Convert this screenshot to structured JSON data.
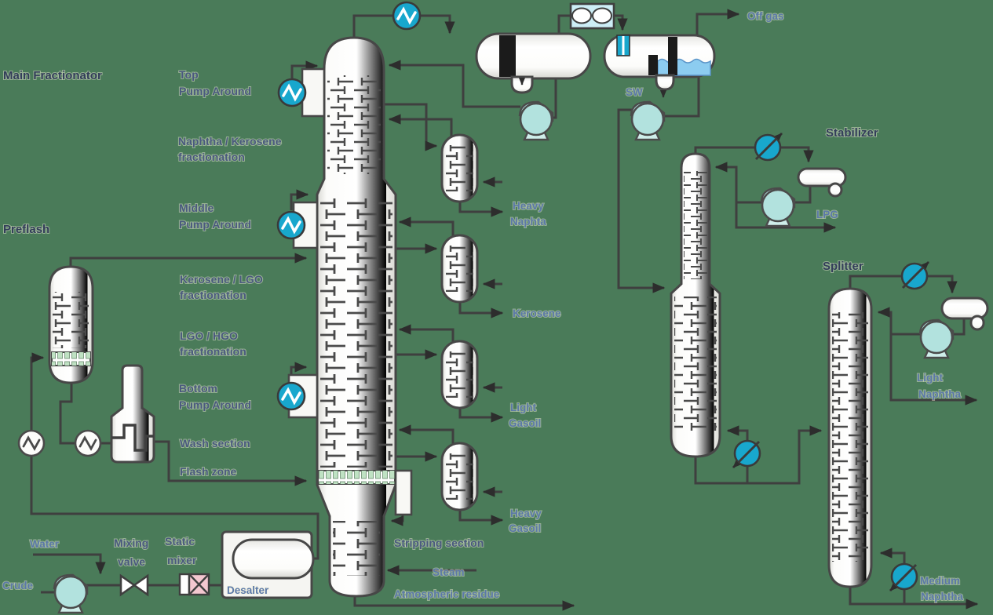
{
  "diagram_type": "crude-distillation-process-flow-diagram",
  "labels": {
    "headers": {
      "main_fractionator": "Main Fractionator",
      "preflash": "Preflash",
      "stabilizer": "Stabilizer",
      "splitter": "Splitter"
    },
    "column_sections": {
      "top_pa_1": "Top",
      "top_pa_2": "Pump Around",
      "naph_kero_1": "Naphtha / Kerosene",
      "naph_kero_2": "fractionation",
      "middle_pa_1": "Middle",
      "middle_pa_2": "Pump Around",
      "kero_lgo_1": "Kerosene / LGO",
      "kero_lgo_2": "fractionation",
      "lgo_hgo_1": "LGO / HGO",
      "lgo_hgo_2": "fractionation",
      "bottom_pa_1": "Bottom",
      "bottom_pa_2": "Pump Around",
      "wash_section": "Wash section",
      "flash_zone": "Flash zone",
      "stripping_section": "Stripping section"
    },
    "feed_train": {
      "crude": "Crude",
      "water": "Water",
      "mixing_valve_1": "Mixing",
      "mixing_valve_2": "valve",
      "static_mixer_1": "Static",
      "static_mixer_2": "mixer",
      "desalter": "Desalter"
    },
    "streams": {
      "off_gas": "Off gas",
      "sw": "SW",
      "lpg": "LPG",
      "heavy_naphtha_1": "Heavy",
      "heavy_naphtha_2": "Naphta",
      "kerosene": "Kerosene",
      "light_gasoil_1": "Light",
      "light_gasoil_2": "Gasoil",
      "heavy_gasoil_1": "Heavy",
      "heavy_gasoil_2": "Gasoil",
      "steam": "Steam",
      "atmospheric_residue": "Atmospheric residue",
      "light_naphtha_1": "Light",
      "light_naphtha_2": "Naphtha",
      "medium_naphtha_1": "Medium",
      "medium_naphtha_2": "Naphtha"
    }
  },
  "colors": {
    "background": "#4a7b59",
    "line": "#3f3f3f",
    "vessel_fill": "#f8f8f5",
    "exchanger_teal": "#18a7cd",
    "pump_fill": "#b2e2de",
    "water_blue": "#8cccf0",
    "packing_green": "#bfe2c3",
    "mixer_pink": "#f3c7d0",
    "air_cooler_fill": "#cdeef6",
    "label_dark": "#323d59",
    "label_medium": "#4a5a7e",
    "label_light": "#5b79a8"
  }
}
